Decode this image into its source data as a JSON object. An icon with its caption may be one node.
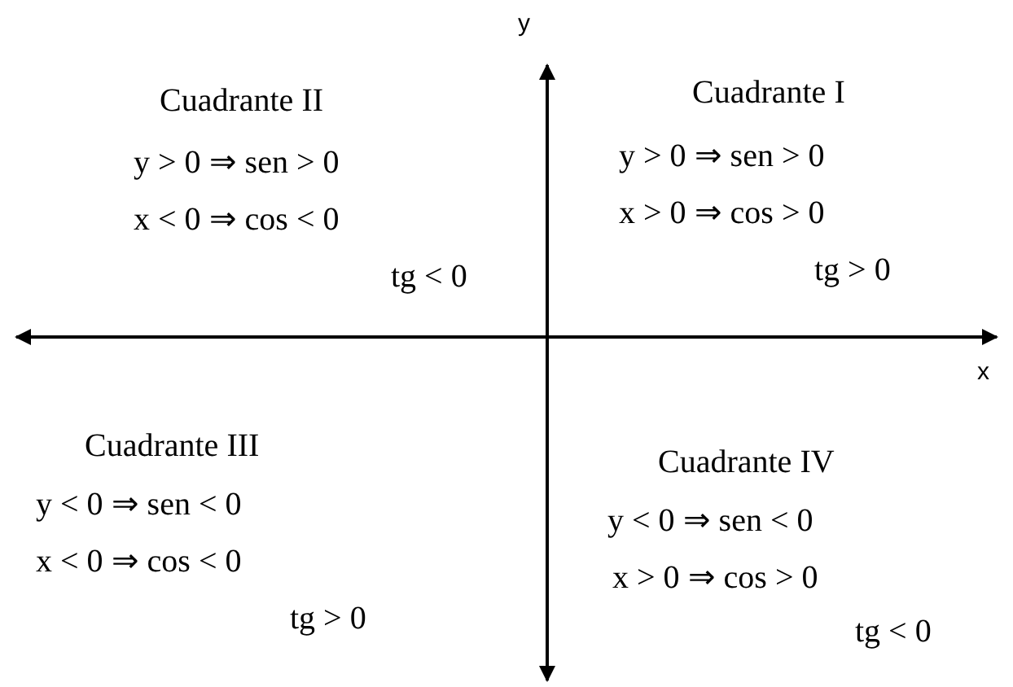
{
  "diagram": {
    "labels": [
      "y",
      "Cuadrante II",
      "y > 0 ⇒ sen > 0",
      "x < 0 ⇒ cos < 0",
      "tg < 0",
      "Cuadrante I",
      "y > 0 ⇒ sen > 0",
      "x > 0 ⇒ cos > 0",
      "tg > 0",
      "x",
      "Cuadrante III",
      "y < 0 ⇒ sen < 0",
      "x < 0 ⇒ cos < 0",
      "tg > 0",
      "Cuadrante IV",
      "y < 0 ⇒ sen < 0",
      "x > 0 ⇒ cos > 0",
      "tg < 0"
    ]
  }
}
